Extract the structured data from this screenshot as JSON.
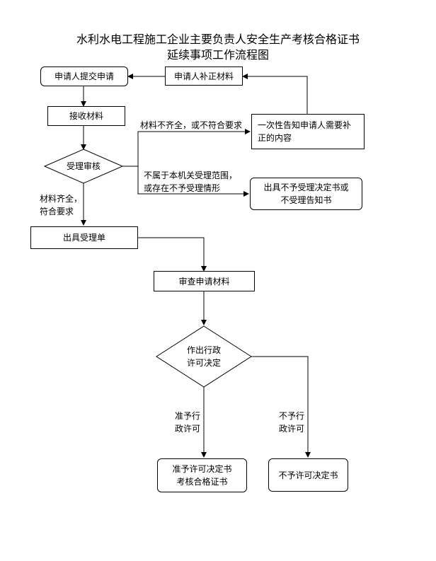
{
  "title": {
    "line1": "水利水电工程施工企业主要负责人安全生产考核合格证书",
    "line2": "延续事项工作流程图"
  },
  "nodes": {
    "submit": "申请人提交申请",
    "supplement": "申请人补正材料",
    "receive": "接收材料",
    "notify_line1": "一次性告知申请人需要补",
    "notify_line2": "正的内容",
    "review": "受理审核",
    "reject_line1": "出具不予受理决定书或",
    "reject_line2": "不受理告知书",
    "accept_slip": "出具受理单",
    "examine": "审查申请材料",
    "decision_line1": "作出行政",
    "decision_line2": "许可决定",
    "grant_line1": "准予许可决定书",
    "grant_line2": "考核合格证书",
    "deny": "不予许可决定书"
  },
  "edge_labels": {
    "incomplete": "材料不齐全，或不符合要求",
    "out_scope_line1": "不属于本机关受理范围，",
    "out_scope_line2": "或存在不予受理情形",
    "complete_line1": "材料齐全，",
    "complete_line2": "符合要求",
    "grant_line1": "准予行",
    "grant_line2": "政许可",
    "deny_line1": "不予行",
    "deny_line2": "政许可"
  }
}
